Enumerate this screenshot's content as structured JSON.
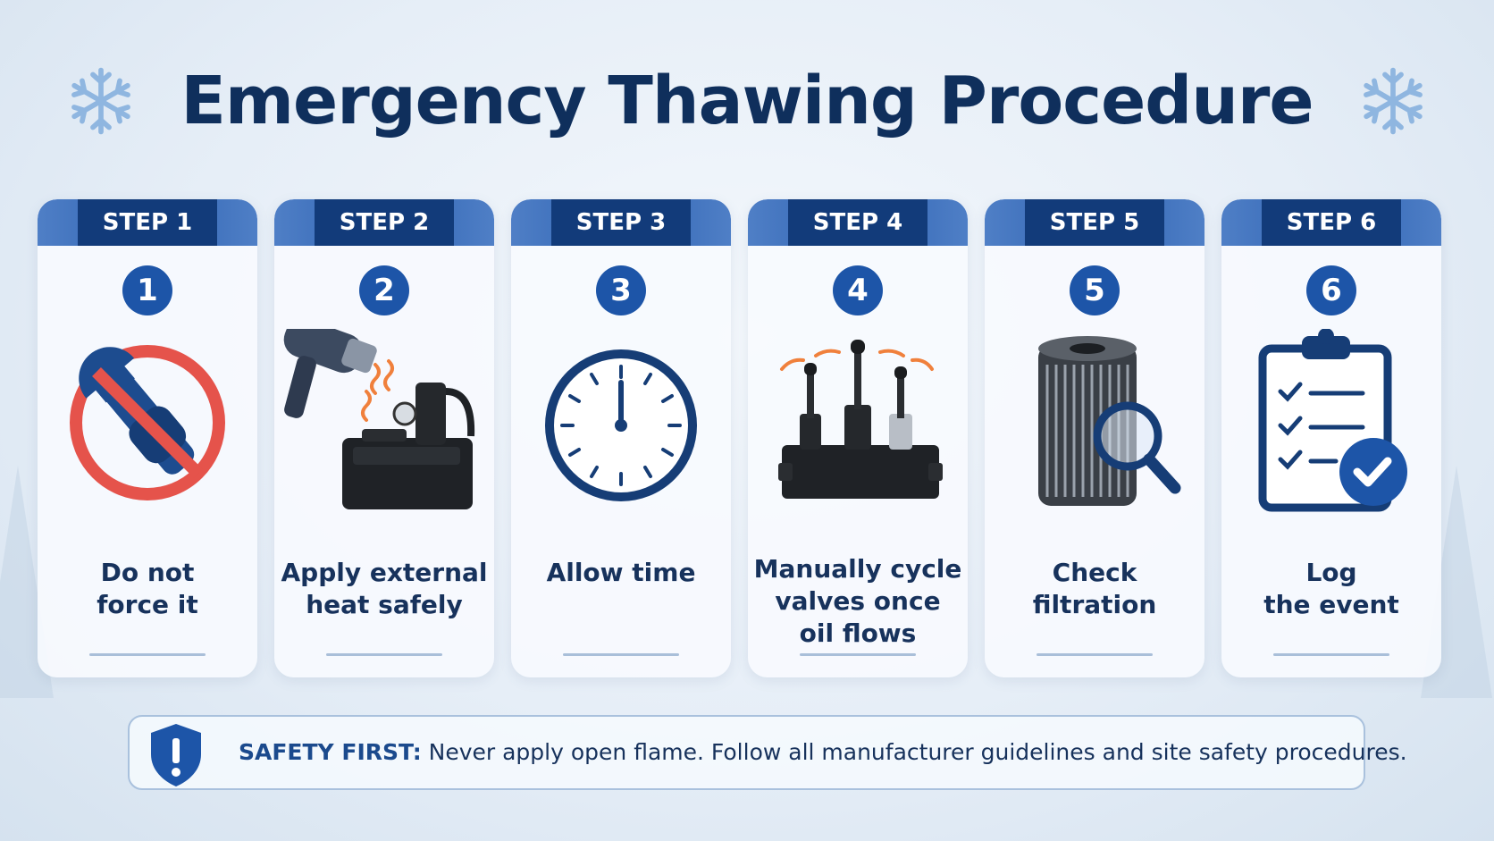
{
  "title": "Emergency Thawing Procedure",
  "steps": [
    {
      "label": "STEP 1",
      "number": "1",
      "caption": [
        "Do not",
        "force it"
      ],
      "icon": "no-wrench-icon"
    },
    {
      "label": "STEP 2",
      "number": "2",
      "caption": [
        "Apply external",
        "heat safely"
      ],
      "icon": "heat-gun-icon"
    },
    {
      "label": "STEP 3",
      "number": "3",
      "caption": [
        "Allow time"
      ],
      "icon": "clock-icon"
    },
    {
      "label": "STEP 4",
      "number": "4",
      "caption": [
        "Manually cycle",
        "valves once",
        "oil flows"
      ],
      "icon": "valve-block-icon"
    },
    {
      "label": "STEP 5",
      "number": "5",
      "caption": [
        "Check",
        "filtration"
      ],
      "icon": "filter-magnifier-icon"
    },
    {
      "label": "STEP 6",
      "number": "6",
      "caption": [
        "Log",
        "the event"
      ],
      "icon": "clipboard-check-icon"
    }
  ],
  "banner": {
    "strong": "SAFETY FIRST:",
    "text": " Never apply open flame. Follow all manufacturer guidelines and site safety procedures.",
    "icon": "shield-exclamation-icon"
  },
  "colors": {
    "navy": "#0f2f5c",
    "step_blue": "#1d55a8",
    "header_dark": "#123b7a",
    "header_light": "#4f7fc6",
    "prohibit_red": "#e5534b",
    "accent_orange": "#f0803c"
  }
}
